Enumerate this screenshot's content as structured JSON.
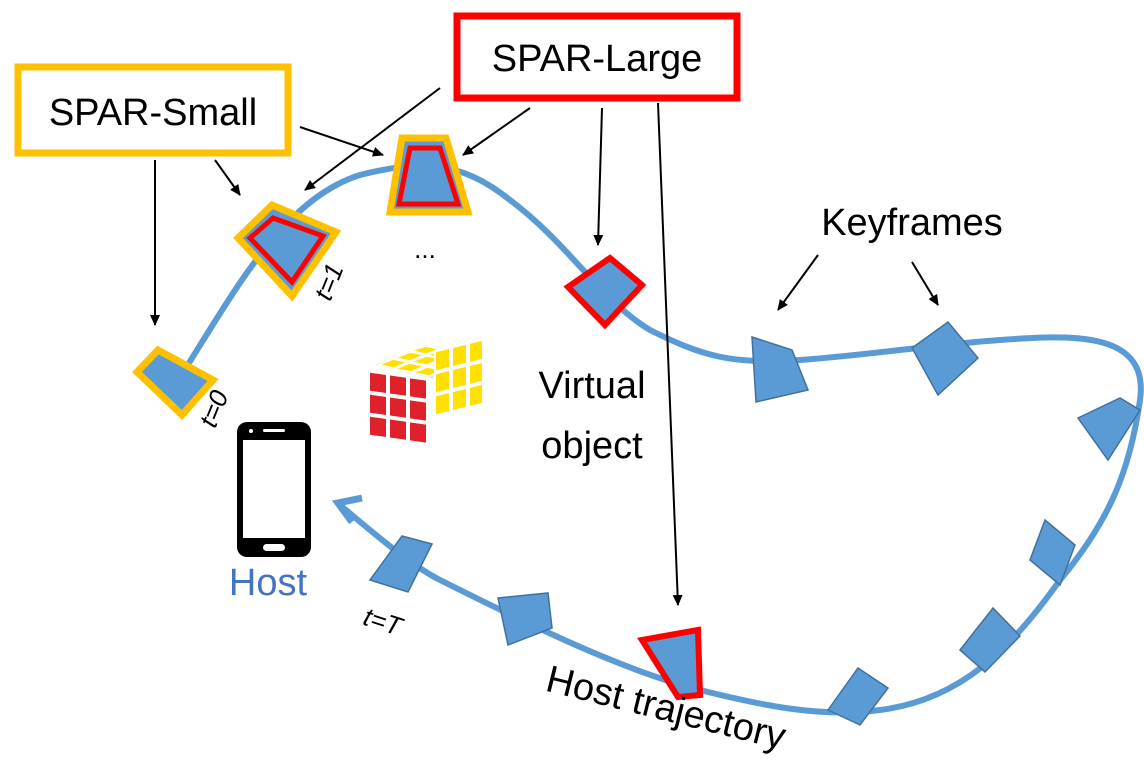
{
  "labels": {
    "spar_small": "SPAR-Small",
    "spar_large": "SPAR-Large",
    "keyframes": "Keyframes",
    "virtual_object_line1": "Virtual",
    "virtual_object_line2": "object",
    "host": "Host",
    "host_trajectory": "Host trajectory",
    "ellipsis": "...",
    "t0": "t=0",
    "t1": "t=1",
    "tT": "t=T"
  },
  "colors": {
    "trajectory": "#5b9bd5",
    "spar_small": "#ffc000",
    "spar_large": "#ff0000",
    "host_text": "#4472c4"
  },
  "icons": {
    "phone": "smartphone-icon",
    "cube": "rubiks-cube-icon",
    "keyframe": "camera-frustum-icon"
  }
}
